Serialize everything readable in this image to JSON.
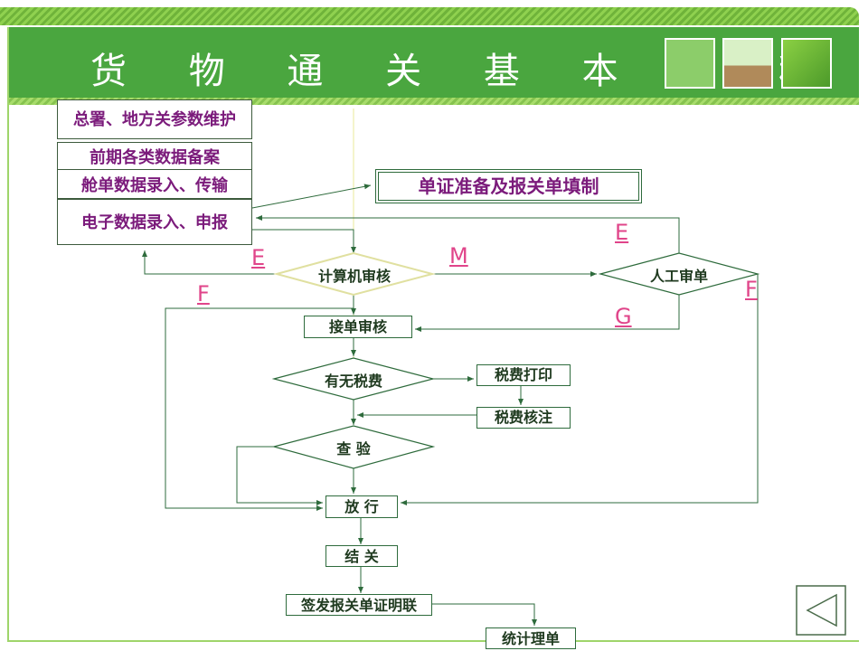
{
  "title": "货 物 通 关 基 本 流 程",
  "left_stack": [
    "总署、地方关参数维护",
    "前期各类数据备案",
    "舱单数据录入、传输",
    "电子数据录入、申报"
  ],
  "nodes": {
    "prep": "单证准备及报关单填制",
    "computer_review": "计算机审核",
    "manual_review": "人工审单",
    "accept_review": "接单审核",
    "tax_check": "有无税费",
    "tax_print": "税费打印",
    "tax_verify": "税费核注",
    "inspect": "查 验",
    "release": "放 行",
    "close": "结 关",
    "certificate": "签发报关单证明联",
    "stats": "统计理单"
  },
  "marks": {
    "e_left": "E",
    "m": "M",
    "e_right": "E",
    "f_left": "F",
    "f_right": "F",
    "g": "G"
  },
  "colors": {
    "header": "#4aa63f",
    "left_text": "#7b1b7b",
    "mark": "#e0458a",
    "line": "#2e6b3c"
  }
}
